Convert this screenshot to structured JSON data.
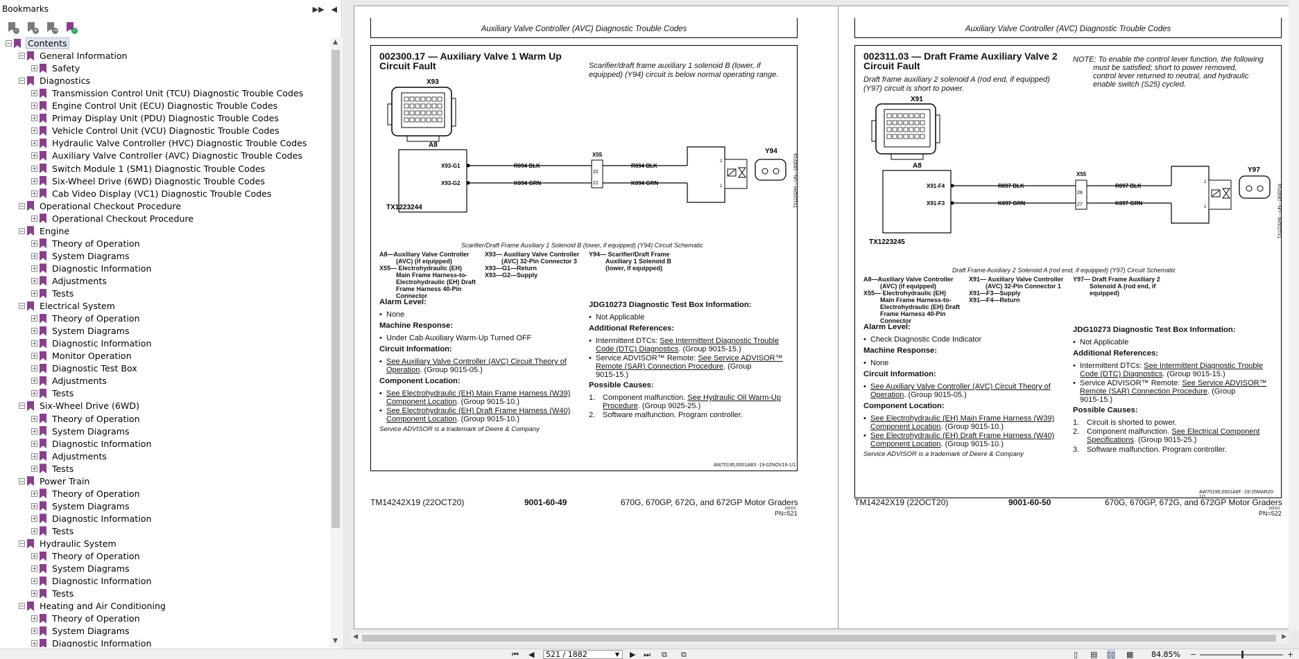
{
  "sidebar": {
    "title": "Bookmarks",
    "items": [
      {
        "label": "Contents",
        "level": 0,
        "expander": "−",
        "selected": true
      },
      {
        "label": "General Information",
        "level": 1,
        "expander": "−"
      },
      {
        "label": "Safety",
        "level": 2,
        "expander": "+"
      },
      {
        "label": "Diagnostics",
        "level": 1,
        "expander": "−"
      },
      {
        "label": "Transmission Control Unit (TCU) Diagnostic Trouble Codes",
        "level": 2,
        "expander": "+"
      },
      {
        "label": "Engine Control Unit (ECU) Diagnostic Trouble Codes",
        "level": 2,
        "expander": "+"
      },
      {
        "label": "Primay Display Unit (PDU) Diagnostic Trouble Codes",
        "level": 2,
        "expander": "+"
      },
      {
        "label": "Vehicle Control Unit (VCU) Diagnostic Trouble Codes",
        "level": 2,
        "expander": "+"
      },
      {
        "label": "Hydraulic Valve Controller (HVC) Diagnostic Trouble Codes",
        "level": 2,
        "expander": "+"
      },
      {
        "label": "Auxiliary Valve Controller (AVC) Diagnostic Trouble Codes",
        "level": 2,
        "expander": "+"
      },
      {
        "label": "Switch Module 1 (SM1) Diagnostic Trouble Codes",
        "level": 2,
        "expander": "+"
      },
      {
        "label": "Six-Wheel Drive (6WD) Diagnostic Trouble Codes",
        "level": 2,
        "expander": "+"
      },
      {
        "label": "Cab Video Display (VC1) Diagnostic Trouble Codes",
        "level": 2,
        "expander": "+"
      },
      {
        "label": "Operational Checkout Procedure",
        "level": 1,
        "expander": "−"
      },
      {
        "label": "Operational Checkout Procedure",
        "level": 2,
        "expander": "+"
      },
      {
        "label": "Engine",
        "level": 1,
        "expander": "−"
      },
      {
        "label": "Theory of Operation",
        "level": 2,
        "expander": "+"
      },
      {
        "label": "System Diagrams",
        "level": 2,
        "expander": "+"
      },
      {
        "label": "Diagnostic Information",
        "level": 2,
        "expander": "+"
      },
      {
        "label": "Adjustments",
        "level": 2,
        "expander": "+"
      },
      {
        "label": "Tests",
        "level": 2,
        "expander": "+"
      },
      {
        "label": "Electrical System",
        "level": 1,
        "expander": "−"
      },
      {
        "label": "Theory of Operation",
        "level": 2,
        "expander": "+"
      },
      {
        "label": "System Diagrams",
        "level": 2,
        "expander": "+"
      },
      {
        "label": "Diagnostic Information",
        "level": 2,
        "expander": "+"
      },
      {
        "label": "Monitor Operation",
        "level": 2,
        "expander": "+"
      },
      {
        "label": "Diagnostic Test Box",
        "level": 2,
        "expander": "+"
      },
      {
        "label": "Adjustments",
        "level": 2,
        "expander": "+"
      },
      {
        "label": "Tests",
        "level": 2,
        "expander": "+"
      },
      {
        "label": "Six-Wheel Drive (6WD)",
        "level": 1,
        "expander": "−"
      },
      {
        "label": "Theory of Operation",
        "level": 2,
        "expander": "+"
      },
      {
        "label": "System Diagrams",
        "level": 2,
        "expander": "+"
      },
      {
        "label": "Diagnostic Information",
        "level": 2,
        "expander": "+"
      },
      {
        "label": "Adjustments",
        "level": 2,
        "expander": "+"
      },
      {
        "label": "Tests",
        "level": 2,
        "expander": "+"
      },
      {
        "label": "Power Train",
        "level": 1,
        "expander": "−"
      },
      {
        "label": "Theory of Operation",
        "level": 2,
        "expander": "+"
      },
      {
        "label": "System Diagrams",
        "level": 2,
        "expander": "+"
      },
      {
        "label": "Diagnostic Information",
        "level": 2,
        "expander": "+"
      },
      {
        "label": "Tests",
        "level": 2,
        "expander": "+"
      },
      {
        "label": "Hydraulic System",
        "level": 1,
        "expander": "−"
      },
      {
        "label": "Theory of Operation",
        "level": 2,
        "expander": "+"
      },
      {
        "label": "System Diagrams",
        "level": 2,
        "expander": "+"
      },
      {
        "label": "Diagnostic Information",
        "level": 2,
        "expander": "+"
      },
      {
        "label": "Tests",
        "level": 2,
        "expander": "+"
      },
      {
        "label": "Heating and Air Conditioning",
        "level": 1,
        "expander": "−"
      },
      {
        "label": "Theory of Operation",
        "level": 2,
        "expander": "+"
      },
      {
        "label": "System Diagrams",
        "level": 2,
        "expander": "+"
      },
      {
        "label": "Diagnostic Information",
        "level": 2,
        "expander": "+"
      }
    ]
  },
  "p1": {
    "runhead": "Auxiliary Valve Controller (AVC) Diagnostic Trouble Codes",
    "title1": "002300.17 — Auxiliary Valve 1 Warm Up",
    "title2": "Circuit Fault",
    "desc1": "Scarifier/draft frame auxiliary 1 solenoid B (lower, if",
    "desc2": "equipped) (Y94) circuit is below normal operating range.",
    "diag": {
      "conn": "X93",
      "ctrl": "A8",
      "p1": "X93-G1",
      "p2": "X93-G2",
      "w1": "R094 BLK",
      "w2": "K094 GRN",
      "w3": "R094 BLK",
      "w4": "K094 GRN",
      "x": "X55",
      "pin1": "22",
      "pin2": "21",
      "y": "Y94",
      "s2": "2",
      "s1": "1",
      "tx": "TX1223244",
      "side": "TX1223244 —UN—18SEP16"
    },
    "caption": "Scarifier/Draft Frame Auxiliary 1 Solenoid B (lower, if equipped) (Y94) Circuit Schematic",
    "legA": [
      "A8—Auxiliary Valve Controller",
      "(AVC) (if equipped)",
      "X55— Electrohydraulic (EH)",
      "Main Frame Harness-to-",
      "Electrohydraulic (EH) Draft",
      "Frame Harness 40-Pin",
      "Connector"
    ],
    "legB": [
      "X93— Auxiliary Valve Controller",
      "(AVC) 32-Pin Connector 3",
      "X93—G1—Return",
      "X93—G2—Supply"
    ],
    "legC": [
      "Y94— Scarifier/Draft Frame",
      "Auxiliary 1 Solenoid B",
      "(lower, if equipped)"
    ],
    "h_alarm": "Alarm Level:",
    "alarm": "None",
    "h_mach": "Machine Response:",
    "mach": "Under Cab Auxiliary Warm-Up Turned OFF",
    "h_circ": "Circuit Information:",
    "circ1": "See Auxiliary Valve Controller (AVC) Circuit Theory of",
    "circ2": "Operation",
    "circ3": ". (Group 9015-05.)",
    "h_comp": "Component Location:",
    "comp1a": "See Electrohydraulic (EH) Main Frame Harness (W39)",
    "comp1b": "Component Location",
    ".": "",
    "comp1c": ". (Group 9015-10.)",
    "comp2a": "See Electrohydraulic (EH) Draft Frame Harness (W40)",
    "comp2b": "Component Location",
    "comp2c": ". (Group 9015-10.)",
    "trademark": "Service ADVISOR is a trademark of Deere & Company",
    "h_jdg": "JDG10273 Diagnostic Test Box Information:",
    "jdg": "Not Applicable",
    "h_add": "Additional References:",
    "add1a": "Intermittent DTCs: ",
    "add1b": "See Intermittent Diagnostic Trouble",
    "add1c": "Code (DTC) Diagnostics",
    "add1d": ". (Group 9015-15.)",
    "add2a": "Service ADVISOR™ Remote: ",
    "add2b": "See Service ADVISOR™",
    "add2c": "Remote (SAR) Connection Procedure",
    "add2d": ". (Group",
    "add2e": "9015-15.)",
    "h_poss": "Possible Causes:",
    "c1n": "1.",
    "c1a": "Component malfunction. ",
    "c1b": "See Hydraulic Oil Warm-Up",
    "c1c": "Procedure",
    "c1d": ". (Group 9025-25.)",
    "c2n": "2.",
    "c2": "Software malfunction. Program controller.",
    "code": "AW70195,0001AB3 -19-02NOV16-1/1",
    "f_left": "TM14242X19 (22OCT20)",
    "f_mid": "9001-60-49",
    "f_right": "670G, 670GP, 672G, and 672GP Motor Graders",
    "f_tiny": "160331",
    "f_pn": "PN=521"
  },
  "p2": {
    "runhead": "Auxiliary Valve Controller (AVC) Diagnostic Trouble Codes",
    "title1": "002311.03 — Draft Frame Auxiliary Valve 2",
    "title2": "Circuit Fault",
    "desc1": "Draft frame auxiliary 2 solenoid A (rod end, if equipped)",
    "desc2": "(Y97) circuit is short to power.",
    "note1": "NOTE: To enable the control lever function, the following",
    "note2": "must be satisfied; short to power removed,",
    "note3": "control lever returned to neutral, and hydraulic",
    "note4": "enable switch (S25) cycled.",
    "diag": {
      "conn": "X91",
      "ctrl": "A8",
      "p1": "X91-F4",
      "p2": "X91-F3",
      "w1": "R097 BLK",
      "w2": "K097 GRN",
      "w3": "R097 BLK",
      "w4": "K097 GRN",
      "x": "X55",
      "pin1": "28",
      "pin2": "27",
      "y": "Y97",
      "s2": "2",
      "s1": "1",
      "tx": "TX1223245",
      "side": "TX1223245 —UN—18SEP16"
    },
    "caption": "Draft Frame Auxiliary 2 Solenoid A (rod end, if equipped) (Y97) Circuit Schematic",
    "legA": [
      "A8—Auxiliary Valve Controller",
      "(AVC) (if equipped)",
      "X55— Electrohydraulic (EH)",
      "Main Frame Harness-to-",
      "Electrohydraulic (EH) Draft",
      "Frame Harness 40-Pin",
      "Connector"
    ],
    "legB": [
      "X91— Auxiliary Valve Controller",
      "(AVC) 32-Pin Connector 1",
      "X91—F3—Supply",
      "X91—F4—Return"
    ],
    "legC": [
      "Y97— Draft Frame Auxiliary 2",
      "Solenoid A (rod end, if",
      "equipped)"
    ],
    "h_alarm": "Alarm Level:",
    "alarm": "Check Diagnostic Code Indicator",
    "h_mach": "Machine Response:",
    "mach": "None",
    "h_circ": "Circuit Information:",
    "circ1": "See Auxiliary Valve Controller (AVC) Circuit Theory of",
    "circ2": "Operation",
    "circ3": ". (Group 9015-05.)",
    "h_comp": "Component Location:",
    "comp1a": "See Electrohydraulic (EH) Main Frame Harness (W39)",
    "comp1b": "Component Location",
    "comp1c": ". (Group 9015-10.)",
    "comp2a": "See Electrohydraulic (EH) Draft Frame Harness (W40)",
    "comp2b": "Component Location",
    "comp2c": ". (Group 9015-10.)",
    "trademark": "Service ADVISOR is a trademark of Deere & Company",
    "h_jdg": "JDG10273 Diagnostic Test Box Information:",
    "jdg": "Not Applicable",
    "h_add": "Additional References:",
    "add1a": "Intermittent DTCs: ",
    "add1b": "See Intermittent Diagnostic Trouble",
    "add1c": "Code (DTC) Diagnostics",
    "add1d": ". (Group 9015-15.)",
    "add2a": "Service ADVISOR™ Remote: ",
    "add2b": "See Service ADVISOR™",
    "add2c": "Remote (SAR) Connection Procedure",
    "add2d": ". (Group",
    "add2e": "9015-15.)",
    "h_poss": "Possible Causes:",
    "c1n": "1.",
    "c1": "Circuit is shorted to power.",
    "c2n": "2.",
    "c2a": "Component malfunction. ",
    "c2b": "See Electrical Component",
    "c2c": "Specifications",
    "c2d": ". (Group 9015-25.)",
    "c3n": "3.",
    "c3": "Software malfunction. Program controller.",
    "code": "AW70195,0001A6F -19-25MAR20-1/1",
    "f_left": "TM14242X19 (22OCT20)",
    "f_mid": "9001-60-50",
    "f_right": "670G, 670GP, 672G, and 672GP Motor Graders",
    "f_tiny": "160331",
    "f_pn": "PN=522"
  },
  "status": {
    "page_value": "521 / 1882",
    "zoom": "84.85%"
  },
  "icons": {
    "first": "first-page-icon",
    "prev": "previous-page-icon",
    "next": "next-page-icon",
    "last": "last-page-icon"
  }
}
